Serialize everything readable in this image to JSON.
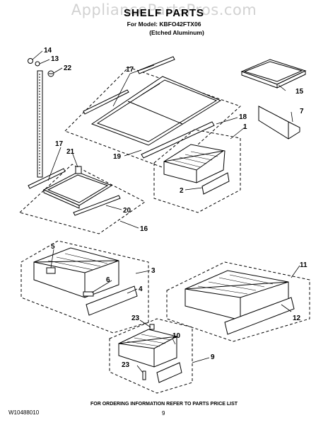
{
  "watermark": "AppliancePartsPros.com",
  "header": {
    "title": "SHELF PARTS",
    "model_line": "For Model: KBFO42FTX06",
    "finish_line": "(Etched Aluminum)"
  },
  "callouts": [
    {
      "id": "c14",
      "label": "14"
    },
    {
      "id": "c13",
      "label": "13"
    },
    {
      "id": "c22",
      "label": "22"
    },
    {
      "id": "c17a",
      "label": "17"
    },
    {
      "id": "c15",
      "label": "15"
    },
    {
      "id": "c7",
      "label": "7"
    },
    {
      "id": "c18",
      "label": "18"
    },
    {
      "id": "c1",
      "label": "1"
    },
    {
      "id": "c17b",
      "label": "17"
    },
    {
      "id": "c21",
      "label": "21"
    },
    {
      "id": "c19",
      "label": "19"
    },
    {
      "id": "c2",
      "label": "2"
    },
    {
      "id": "c20",
      "label": "20"
    },
    {
      "id": "c16",
      "label": "16"
    },
    {
      "id": "c5",
      "label": "5"
    },
    {
      "id": "c3",
      "label": "3"
    },
    {
      "id": "c11",
      "label": "11"
    },
    {
      "id": "c6",
      "label": "6"
    },
    {
      "id": "c4",
      "label": "4"
    },
    {
      "id": "c12",
      "label": "12"
    },
    {
      "id": "c23a",
      "label": "23"
    },
    {
      "id": "c10",
      "label": "10"
    },
    {
      "id": "c9",
      "label": "9"
    },
    {
      "id": "c23b",
      "label": "23"
    }
  ],
  "footer": {
    "doc_number": "W10488010",
    "ordering_note": "FOR ORDERING INFORMATION REFER TO PARTS PRICE LIST",
    "page_number": "9"
  }
}
